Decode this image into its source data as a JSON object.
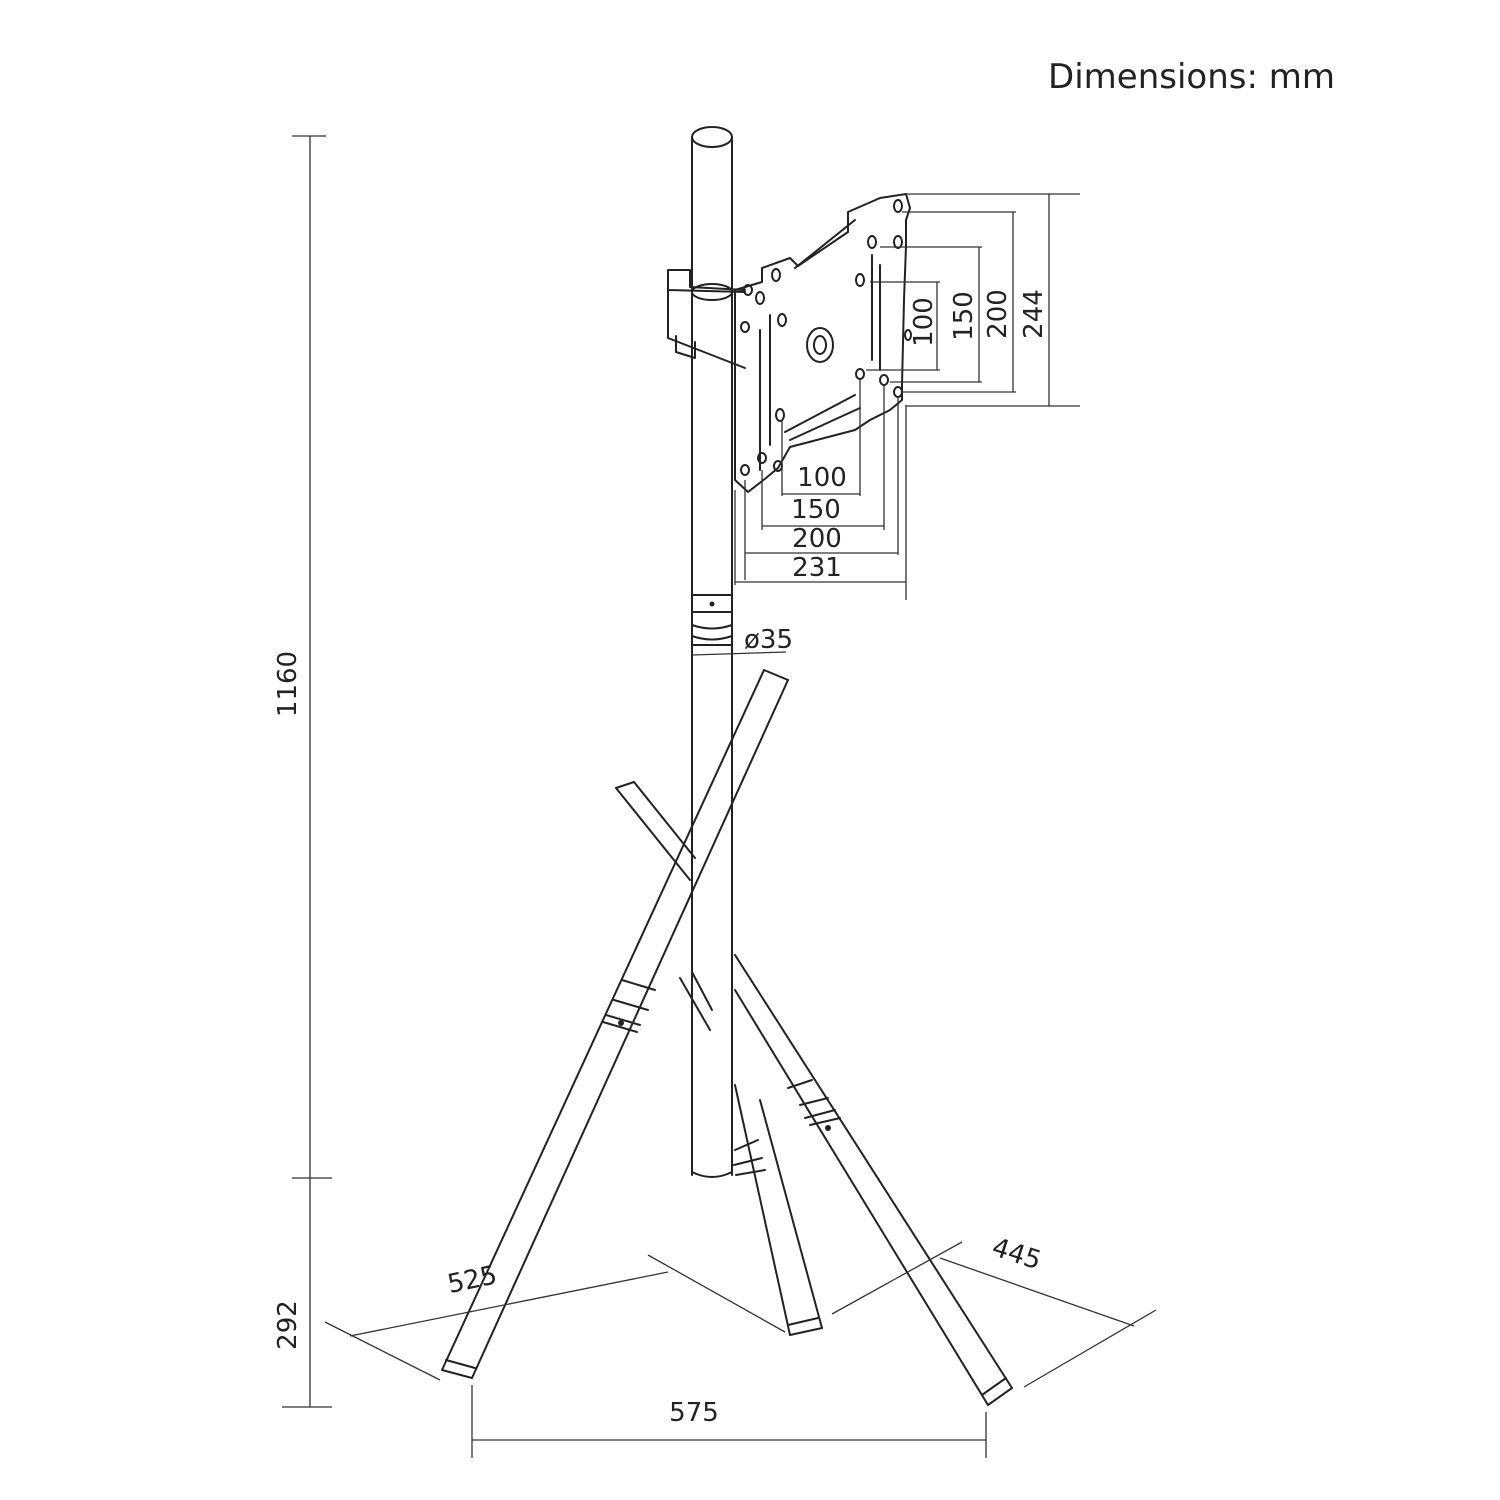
{
  "title": "Dimensions: mm",
  "dimensions": {
    "total_height": "1160",
    "base_height": "292",
    "pole_diameter": "ø35",
    "base_width": "575",
    "leg_left": "525",
    "leg_right": "445",
    "vesa_horizontal": [
      "100",
      "150",
      "200",
      "231"
    ],
    "vesa_vertical": [
      "100",
      "150",
      "200",
      "244"
    ]
  },
  "colors": {
    "line": "#222222",
    "background": "#ffffff"
  }
}
